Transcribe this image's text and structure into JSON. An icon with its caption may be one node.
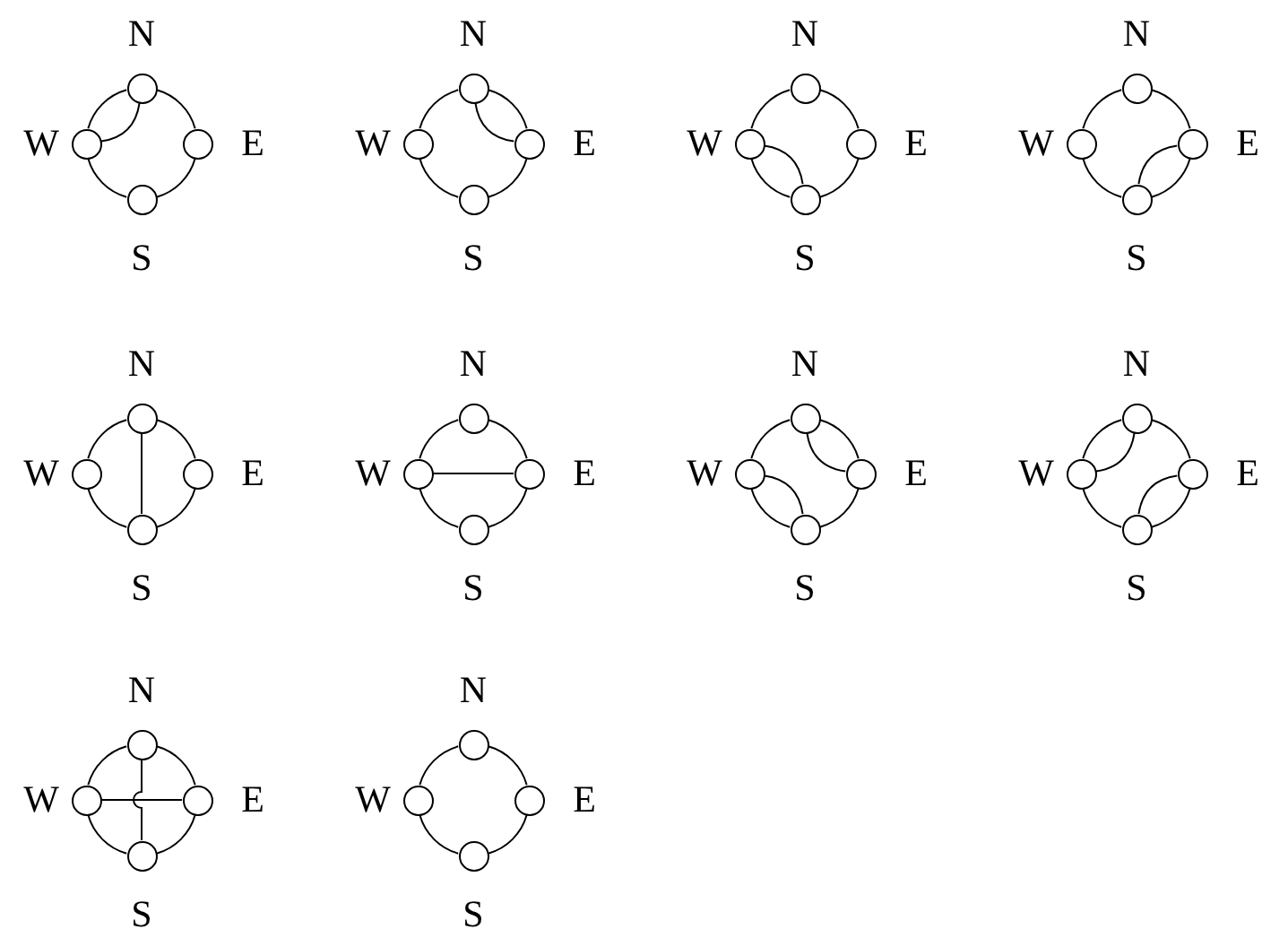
{
  "diagram": {
    "nodes": [
      {
        "text": [],
        "shape": "circle",
        "beside": [
          "N"
        ]
      },
      {
        "text": [],
        "shape": "circle",
        "beside": [
          "W"
        ]
      },
      {
        "text": [],
        "shape": "circle",
        "beside": [
          "E"
        ]
      },
      {
        "text": [],
        "shape": "circle",
        "beside": [
          "S"
        ]
      },
      {
        "text": [],
        "shape": "circle",
        "beside": [
          "N"
        ]
      },
      {
        "text": [],
        "shape": "circle",
        "beside": [
          "W"
        ]
      },
      {
        "text": [],
        "shape": "circle",
        "beside": [
          "E"
        ]
      },
      {
        "text": [],
        "shape": "circle",
        "beside": [
          "S"
        ]
      },
      {
        "text": [],
        "shape": "circle",
        "beside": [
          "N"
        ]
      },
      {
        "text": [],
        "shape": "circle",
        "beside": [
          "W"
        ]
      },
      {
        "text": [],
        "shape": "circle",
        "beside": [
          "E"
        ]
      },
      {
        "text": [],
        "shape": "circle",
        "beside": [
          "S"
        ]
      },
      {
        "text": [],
        "shape": "circle",
        "beside": [
          "N"
        ]
      },
      {
        "text": [],
        "shape": "circle",
        "beside": [
          "W"
        ]
      },
      {
        "text": [],
        "shape": "circle",
        "beside": [
          "E"
        ]
      },
      {
        "text": [],
        "shape": "circle",
        "beside": [
          "S"
        ]
      },
      {
        "text": [],
        "shape": "circle",
        "beside": [
          "N"
        ]
      },
      {
        "text": [],
        "shape": "circle",
        "beside": [
          "W"
        ]
      },
      {
        "text": [],
        "shape": "circle",
        "beside": [
          "E"
        ]
      },
      {
        "text": [],
        "shape": "circle",
        "beside": [
          "S"
        ]
      },
      {
        "text": [],
        "shape": "circle",
        "beside": [
          "N"
        ]
      },
      {
        "text": [],
        "shape": "circle",
        "beside": [
          "W"
        ]
      },
      {
        "text": [],
        "shape": "circle",
        "beside": [
          "E"
        ]
      },
      {
        "text": [],
        "shape": "circle",
        "beside": [
          "S"
        ]
      },
      {
        "text": [],
        "shape": "circle",
        "beside": [
          "N"
        ]
      },
      {
        "text": [],
        "shape": "circle",
        "beside": [
          "W"
        ]
      },
      {
        "text": [],
        "shape": "circle",
        "beside": [
          "E"
        ]
      },
      {
        "text": [],
        "shape": "circle",
        "beside": [
          "S"
        ]
      },
      {
        "text": [],
        "shape": "circle",
        "beside": [
          "N"
        ]
      },
      {
        "text": [],
        "shape": "circle",
        "beside": [
          "W"
        ]
      },
      {
        "text": [],
        "shape": "circle",
        "beside": [
          "E"
        ]
      },
      {
        "text": [],
        "shape": "circle",
        "beside": [
          "S"
        ]
      },
      {
        "text": [],
        "shape": "circle",
        "beside": [
          "N"
        ]
      },
      {
        "text": [],
        "shape": "circle",
        "beside": [
          "W"
        ]
      },
      {
        "text": [],
        "shape": "circle",
        "beside": [
          "E"
        ]
      },
      {
        "text": [],
        "shape": "circle",
        "beside": [
          "S"
        ]
      },
      {
        "text": [],
        "shape": "circle",
        "beside": [
          "N"
        ]
      },
      {
        "text": [],
        "shape": "circle",
        "beside": [
          "W"
        ]
      },
      {
        "text": [],
        "shape": "circle",
        "beside": [
          "E"
        ]
      },
      {
        "text": [],
        "shape": "circle",
        "beside": [
          "S"
        ]
      }
    ],
    "edges": [
      {
        "from": 0,
        "to": 2,
        "arrow": "none"
      },
      {
        "from": 2,
        "to": 3,
        "arrow": "none"
      },
      {
        "from": 3,
        "to": 1,
        "arrow": "none"
      },
      {
        "from": 1,
        "to": 0,
        "arrow": "none"
      },
      {
        "from": 1,
        "to": 0,
        "arrow": "none"
      },
      {
        "from": 4,
        "to": 6,
        "arrow": "none"
      },
      {
        "from": 6,
        "to": 7,
        "arrow": "none"
      },
      {
        "from": 7,
        "to": 5,
        "arrow": "none"
      },
      {
        "from": 5,
        "to": 4,
        "arrow": "none"
      },
      {
        "from": 4,
        "to": 6,
        "arrow": "none"
      },
      {
        "from": 8,
        "to": 10,
        "arrow": "none"
      },
      {
        "from": 10,
        "to": 11,
        "arrow": "none"
      },
      {
        "from": 11,
        "to": 9,
        "arrow": "none"
      },
      {
        "from": 9,
        "to": 8,
        "arrow": "none"
      },
      {
        "from": 9,
        "to": 11,
        "arrow": "none"
      },
      {
        "from": 12,
        "to": 14,
        "arrow": "none"
      },
      {
        "from": 14,
        "to": 15,
        "arrow": "none"
      },
      {
        "from": 15,
        "to": 13,
        "arrow": "none"
      },
      {
        "from": 13,
        "to": 12,
        "arrow": "none"
      },
      {
        "from": 15,
        "to": 14,
        "arrow": "none"
      },
      {
        "from": 16,
        "to": 18,
        "arrow": "none"
      },
      {
        "from": 18,
        "to": 19,
        "arrow": "none"
      },
      {
        "from": 19,
        "to": 17,
        "arrow": "none"
      },
      {
        "from": 17,
        "to": 16,
        "arrow": "none"
      },
      {
        "from": 16,
        "to": 19,
        "arrow": "none"
      },
      {
        "from": 20,
        "to": 22,
        "arrow": "none"
      },
      {
        "from": 22,
        "to": 23,
        "arrow": "none"
      },
      {
        "from": 23,
        "to": 21,
        "arrow": "none"
      },
      {
        "from": 21,
        "to": 20,
        "arrow": "none"
      },
      {
        "from": 21,
        "to": 22,
        "arrow": "none"
      },
      {
        "from": 24,
        "to": 26,
        "arrow": "none"
      },
      {
        "from": 26,
        "to": 27,
        "arrow": "none"
      },
      {
        "from": 27,
        "to": 25,
        "arrow": "none"
      },
      {
        "from": 25,
        "to": 24,
        "arrow": "none"
      },
      {
        "from": 24,
        "to": 26,
        "arrow": "none"
      },
      {
        "from": 25,
        "to": 27,
        "arrow": "none"
      },
      {
        "from": 28,
        "to": 30,
        "arrow": "none"
      },
      {
        "from": 30,
        "to": 31,
        "arrow": "none"
      },
      {
        "from": 31,
        "to": 29,
        "arrow": "none"
      },
      {
        "from": 29,
        "to": 28,
        "arrow": "none"
      },
      {
        "from": 29,
        "to": 28,
        "arrow": "none"
      },
      {
        "from": 31,
        "to": 30,
        "arrow": "none"
      },
      {
        "from": 32,
        "to": 34,
        "arrow": "none"
      },
      {
        "from": 34,
        "to": 35,
        "arrow": "none"
      },
      {
        "from": 35,
        "to": 33,
        "arrow": "none"
      },
      {
        "from": 33,
        "to": 32,
        "arrow": "none"
      },
      {
        "from": 32,
        "to": 35,
        "arrow": "none"
      },
      {
        "from": 33,
        "to": 34,
        "arrow": "none"
      },
      {
        "from": 36,
        "to": 38,
        "arrow": "none"
      },
      {
        "from": 38,
        "to": 39,
        "arrow": "none"
      },
      {
        "from": 39,
        "to": 37,
        "arrow": "none"
      },
      {
        "from": 37,
        "to": 36,
        "arrow": "none"
      }
    ]
  }
}
